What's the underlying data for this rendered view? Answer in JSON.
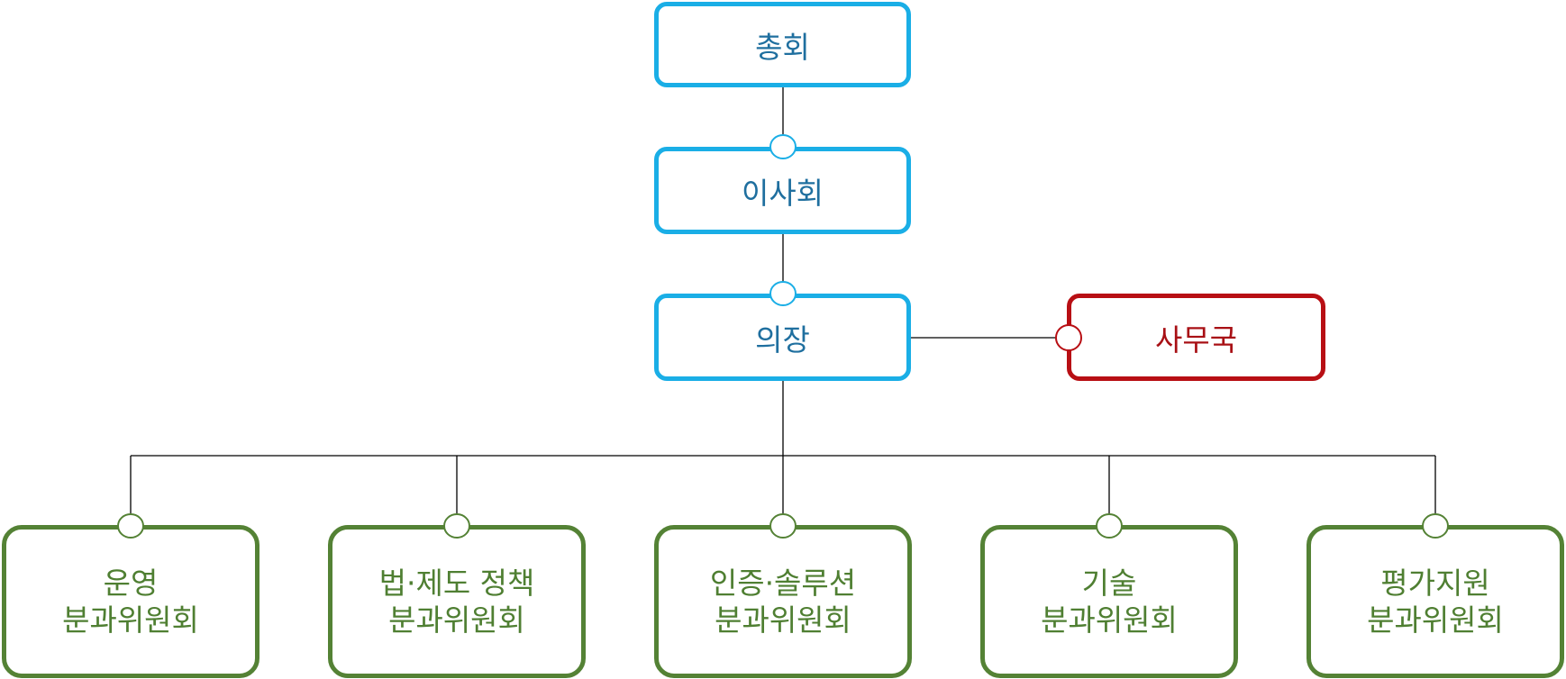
{
  "colors": {
    "top_boxes": "#1aaee6",
    "secretariat_box": "#b80f14",
    "committee_boxes": "#548235",
    "connector_lines": "#000000"
  },
  "nodes": {
    "general_assembly": "총회",
    "board": "이사회",
    "chair": "의장",
    "secretariat": "사무국"
  },
  "committees": [
    {
      "line1": "운영",
      "line2": "분과위원회"
    },
    {
      "line1": "법·제도 정책",
      "line2": "분과위원회"
    },
    {
      "line1": "인증·솔루션",
      "line2": "분과위원회"
    },
    {
      "line1": "기술",
      "line2": "분과위원회"
    },
    {
      "line1": "평가지원",
      "line2": "분과위원회"
    }
  ]
}
